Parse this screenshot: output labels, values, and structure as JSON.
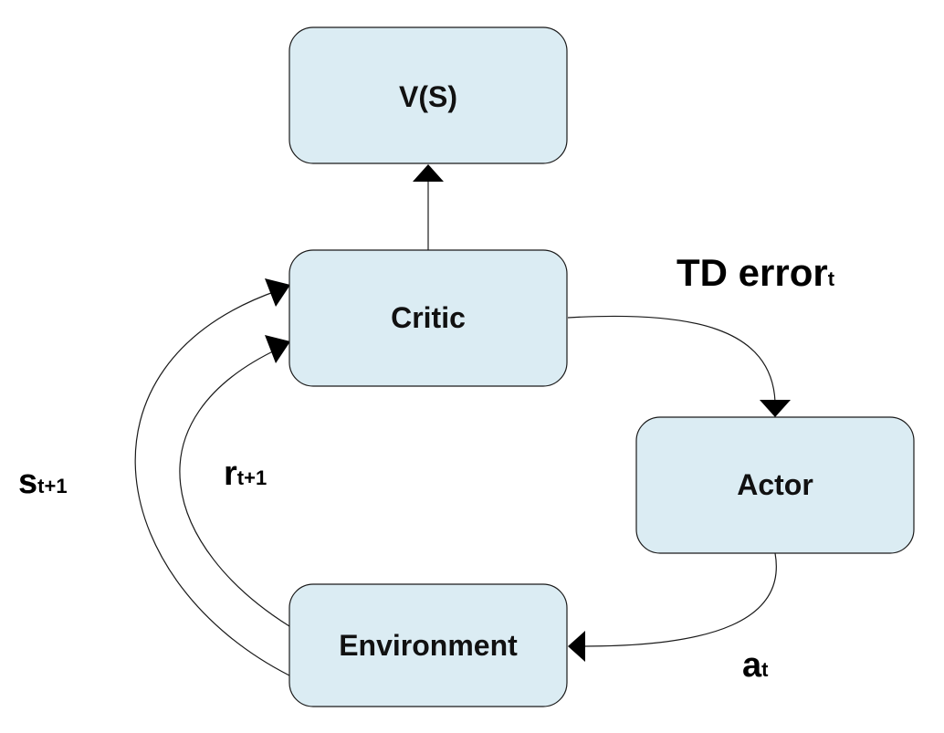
{
  "diagram": {
    "nodes": {
      "value": "V(S)",
      "critic": "Critic",
      "actor": "Actor",
      "environment": "Environment"
    },
    "edges": {
      "td_error": {
        "main": "TD error",
        "sub": "t"
      },
      "action": {
        "main": "a",
        "sub": "t"
      },
      "reward": {
        "main": "r",
        "sub": "t+1"
      },
      "state": {
        "main": "s",
        "sub": "t+1"
      }
    }
  },
  "colors": {
    "box_fill": "#dbecf3",
    "stroke": "#1a1a1a",
    "text": "#111111"
  }
}
